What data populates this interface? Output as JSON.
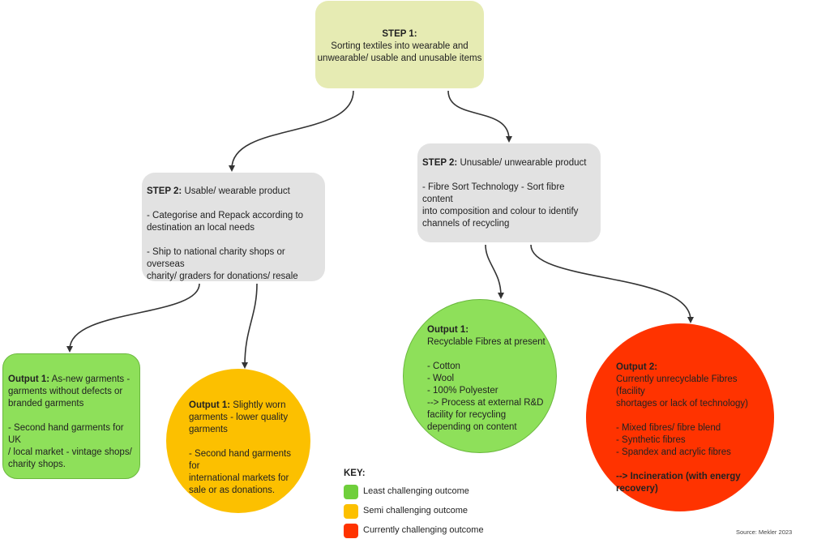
{
  "step1": {
    "heading": "STEP 1:",
    "lines": [
      "Sorting textiles into wearable and",
      "unwearable/ usable and unusable items"
    ]
  },
  "step2a": {
    "heading": "STEP 2:",
    "heading_rest": " Usable/ wearable product",
    "bullet1": [
      "- Categorise and Repack according to",
      "destination an local needs"
    ],
    "bullet2": [
      "- Ship to national charity shops or overseas",
      "charity/ graders for donations/ resale"
    ]
  },
  "step2b": {
    "heading": "STEP 2:",
    "heading_rest": " Unusable/ unwearable product",
    "bullet1": [
      "- Fibre Sort Technology - Sort fibre content",
      "into composition and colour to identify",
      "channels of recycling"
    ]
  },
  "output1a": {
    "heading": "Output 1:",
    "line1_rest": " As-new garments -",
    "lines": [
      "garments without defects or",
      "branded garments"
    ],
    "bullet": [
      "- Second hand garments for UK",
      "/ local market - vintage shops/",
      "charity shops."
    ]
  },
  "output1b": {
    "heading": "Output 1:",
    "line1_rest": " Slightly worn",
    "lines": [
      "garments - lower quality",
      "garments"
    ],
    "bullet": [
      "- Second hand garments for",
      "international markets for",
      "sale or as donations."
    ]
  },
  "output1c": {
    "heading": "Output 1:",
    "line2": "Recyclable Fibres at present",
    "items": [
      "- Cotton",
      "- Wool",
      "- 100% Polyester",
      "--> Process at external R&D",
      "facility for recycling",
      "depending on content"
    ]
  },
  "output2": {
    "heading": "Output 2:",
    "lines": [
      "Currently unrecyclable Fibres  (facility",
      "shortages or lack of technology)"
    ],
    "items": [
      "- Mixed fibres/ fibre blend",
      "- Synthetic fibres",
      "- Spandex and acrylic fibres"
    ],
    "final": [
      "--> Incineration (with energy",
      "recovery)"
    ]
  },
  "key": {
    "title": "KEY:",
    "items": [
      {
        "label": "Least challenging outcome",
        "color": "#6fcf3b"
      },
      {
        "label": "Semi challenging outcome",
        "color": "#fcc000"
      },
      {
        "label": "Currently challenging outcome",
        "color": "#ff3300"
      }
    ]
  },
  "source": "Source: Mekler 2023"
}
